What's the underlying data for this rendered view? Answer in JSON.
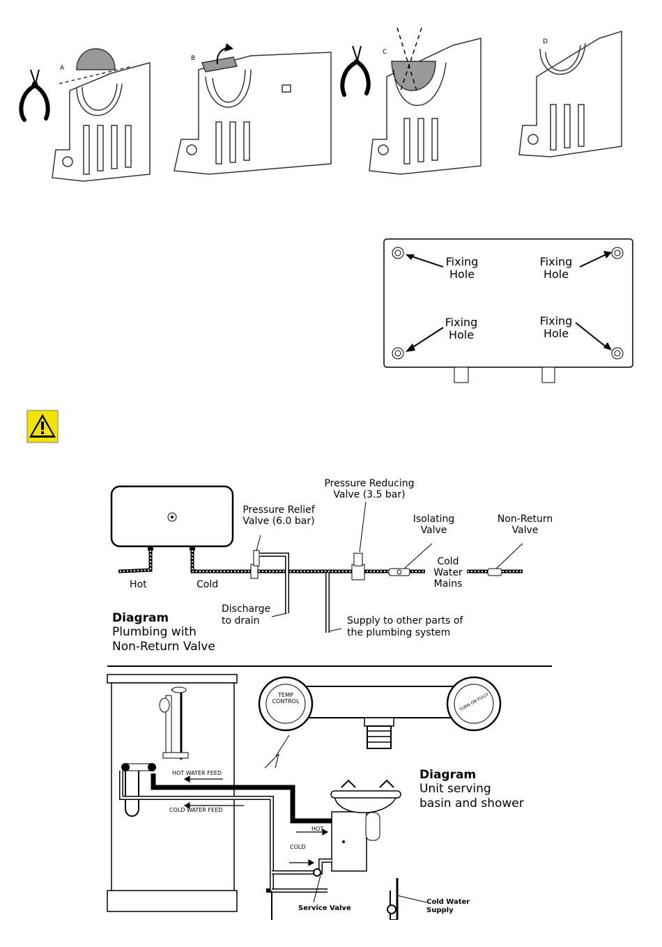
{
  "steps": {
    "a": "A",
    "b": "B",
    "c": "C",
    "d": "D"
  },
  "fixing": {
    "tl": [
      "Fixing",
      "Hole"
    ],
    "tr": [
      "Fixing",
      "Hole"
    ],
    "bl": [
      "Fixing",
      "Hole"
    ],
    "br": [
      "Fixing",
      "Hole"
    ]
  },
  "plumbing": {
    "prv_reduce": [
      "Pressure Reducing",
      "Valve (3.5 bar)"
    ],
    "prv_relief": [
      "Pressure Relief",
      "Valve (6.0 bar)"
    ],
    "isolating": [
      "Isolating",
      "Valve"
    ],
    "nonreturn": [
      "Non-Return",
      "Valve"
    ],
    "hot": "Hot",
    "cold": "Cold",
    "mains": [
      "Cold",
      "Water",
      "Mains"
    ],
    "discharge": [
      "Discharge",
      "to drain"
    ],
    "supply_other": [
      "Supply to other parts of",
      "the plumbing system"
    ],
    "diagram_title": "Diagram",
    "diagram_sub": [
      "Plumbing with",
      "Non-Return Valve"
    ]
  },
  "basin": {
    "diagram_title": "Diagram",
    "diagram_sub": [
      "Unit serving",
      "basin and shower"
    ],
    "temp_control": [
      "TEMP",
      "CONTROL"
    ],
    "turn_on_fully": "TURN ON FULLY",
    "hot_water_feed": "HOT WATER FEED",
    "cold_water_feed": "COLD WATER FEED",
    "hot": "HOT",
    "cold": "COLD",
    "service_valve": "Service Valve",
    "cold_water_supply": [
      "Cold Water",
      "Supply"
    ]
  },
  "icons": [
    "pliers-icon",
    "warning-icon",
    "rotate-arrow-icon"
  ]
}
